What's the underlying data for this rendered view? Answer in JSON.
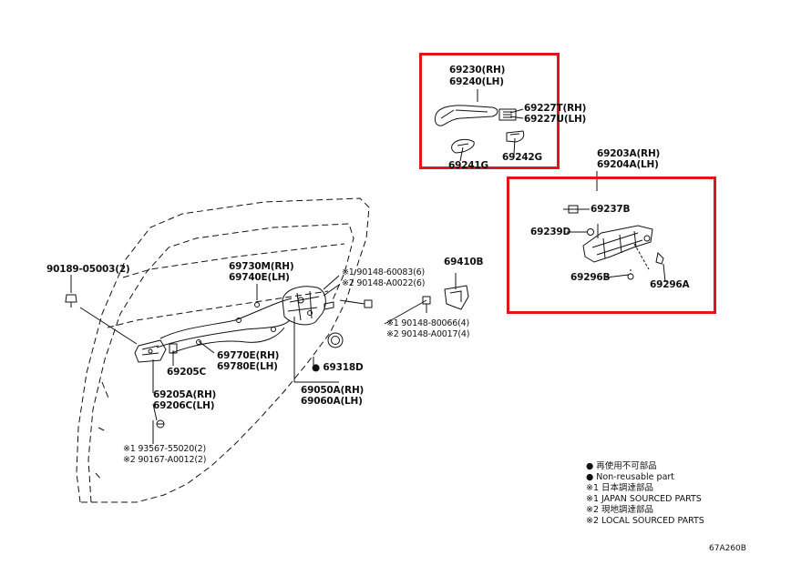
{
  "labels": {
    "p69230": "69230(RH)",
    "p69240": "69240(LH)",
    "p69227rh": "69227T(RH)",
    "p69227lh": "69227U(LH)",
    "p69241g": "69241G",
    "p69242g": "69242G",
    "p69203a": "69203A(RH)",
    "p69204a": "69204A(LH)",
    "p69237b": "69237B",
    "p69239d": "69239D",
    "p69296b": "69296B",
    "p69296a": "69296A",
    "p90189": "90189-05003(2)",
    "p69730m": "69730M(RH)",
    "p69740e": "69740E(LH)",
    "p90148a": "※1 90148-60083(6)",
    "p90148b": "※2 90148-A0022(6)",
    "p69410b": "69410B",
    "p90148c": "※1 90148-80066(4)",
    "p90148d": "※2 90148-A0017(4)",
    "p69770e": "69770E(RH)",
    "p69780e": "69780E(LH)",
    "p69205c": "69205C",
    "p69318d": "● 69318D",
    "p69205a": "69205A(RH)",
    "p69206c": "69206C(LH)",
    "p69050a": "69050A(RH)",
    "p69060a": "69060A(LH)",
    "p93567": "※1 93567-55020(2)",
    "p90167": "※2 90167-A0012(2)"
  },
  "legend": {
    "line1": "● 再使用不可部品",
    "line2": "● Non-reusable part",
    "line3": "※1 日本調達部品",
    "line4": "※1 JAPAN SOURCED PARTS",
    "line5": "※2 現地調達部品",
    "line6": "※2 LOCAL SOURCED PARTS"
  },
  "diagram_code": "67A260B",
  "colors": {
    "highlight": "#e0161b",
    "line": "#111111"
  }
}
